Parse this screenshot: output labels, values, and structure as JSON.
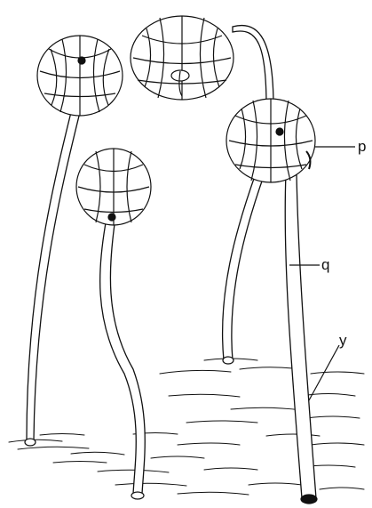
{
  "figure": {
    "labels": {
      "p": "p",
      "q": "q",
      "y": "y"
    },
    "colors": {
      "ink": "#111111",
      "paper": "#ffffff"
    }
  }
}
